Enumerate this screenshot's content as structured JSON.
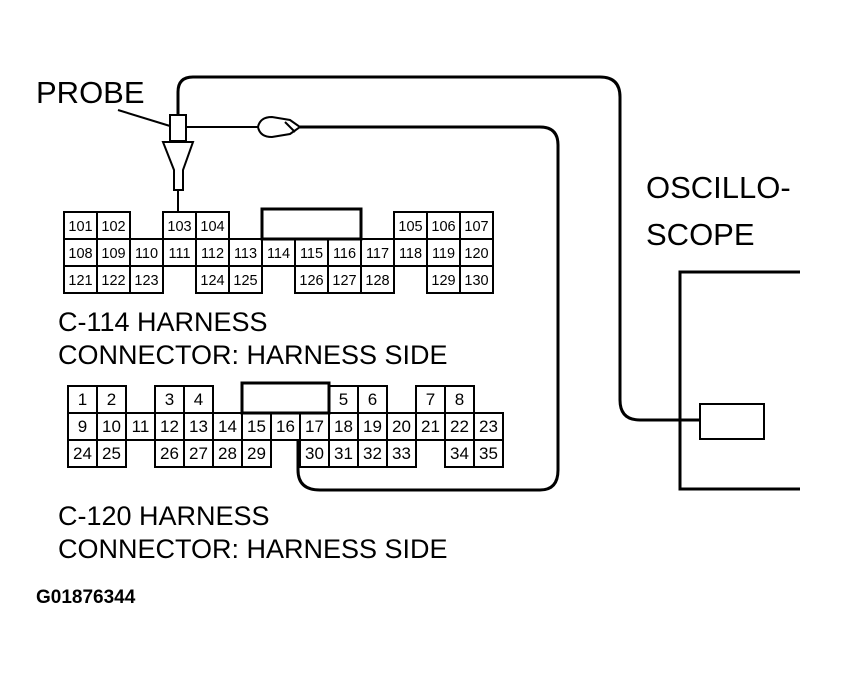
{
  "labels": {
    "probe": "PROBE",
    "oscilloscope_line1": "OSCILLO-",
    "oscilloscope_line2": "SCOPE",
    "c114_line1": "C-114 HARNESS",
    "c114_line2": "CONNECTOR: HARNESS SIDE",
    "c120_line1": "C-120 HARNESS",
    "c120_line2": "CONNECTOR: HARNESS SIDE",
    "figure_code": "G01876344"
  },
  "connector_c114": {
    "row1": [
      "101",
      "102",
      "",
      "103",
      "104",
      "",
      "",
      "",
      "",
      "",
      "105",
      "106",
      "107"
    ],
    "row2": [
      "108",
      "109",
      "110",
      "111",
      "112",
      "113",
      "114",
      "115",
      "116",
      "117",
      "118",
      "119",
      "120"
    ],
    "row3": [
      "121",
      "122",
      "123",
      "",
      "124",
      "125",
      "",
      "126",
      "127",
      "128",
      "",
      "129",
      "130"
    ]
  },
  "connector_c120": {
    "row1": [
      "1",
      "2",
      "",
      "3",
      "4",
      "",
      "",
      "",
      "",
      "5",
      "6",
      "",
      "7",
      "8"
    ],
    "row2": [
      "9",
      "10",
      "11",
      "12",
      "13",
      "14",
      "15",
      "16",
      "17",
      "18",
      "19",
      "20",
      "21",
      "22",
      "23"
    ],
    "row3": [
      "24",
      "25",
      "",
      "26",
      "27",
      "28",
      "29",
      "",
      "30",
      "31",
      "32",
      "33",
      "",
      "34",
      "35"
    ]
  }
}
